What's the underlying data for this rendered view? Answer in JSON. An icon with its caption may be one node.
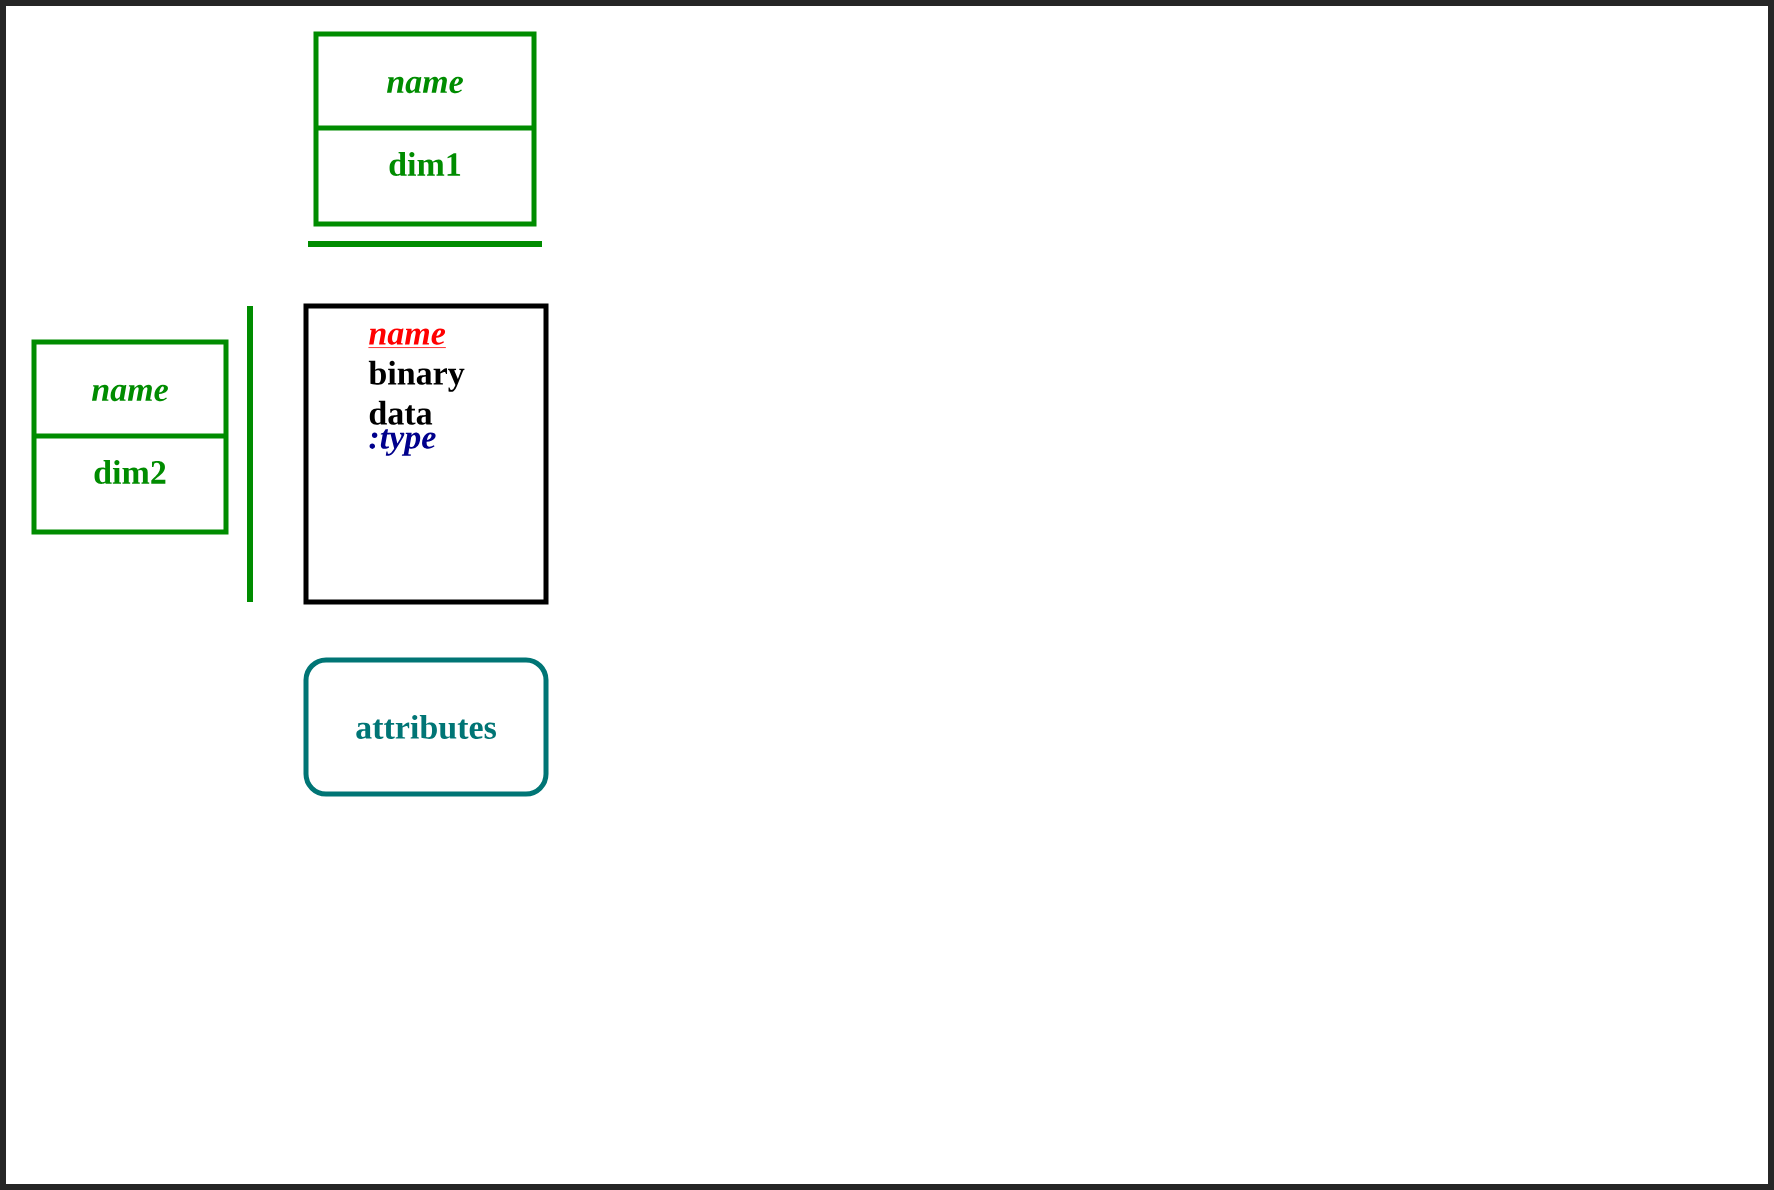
{
  "diagram": {
    "nodes": [
      {
        "text": [
          "name",
          "dim1"
        ]
      },
      {
        "text": [
          "name",
          "dim2"
        ]
      },
      {
        "text": [
          "name",
          "binary data",
          ":type"
        ]
      },
      {
        "text": [
          "attributes"
        ]
      }
    ]
  }
}
